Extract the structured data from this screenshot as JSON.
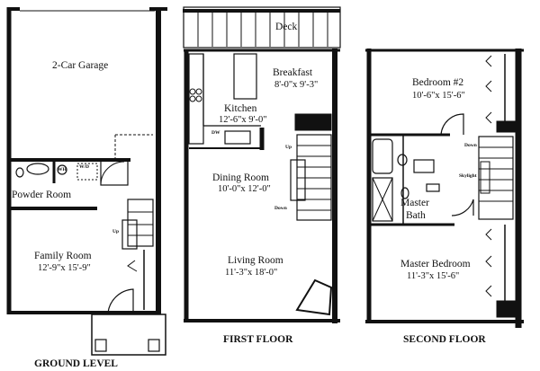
{
  "ground_level": {
    "caption": "GROUND LEVEL",
    "rooms": {
      "garage": {
        "name": "2-Car Garage"
      },
      "powder": {
        "name": "Powder Room"
      },
      "family": {
        "name": "Family Room",
        "size": "12'-9\"x 15'-9\""
      }
    },
    "labels": {
      "wh": "WH",
      "wd": "W/D",
      "up": "Up"
    }
  },
  "first_floor": {
    "caption": "FIRST FLOOR",
    "rooms": {
      "deck": {
        "name": "Deck"
      },
      "breakfast": {
        "name": "Breakfast",
        "size": "8'-0\"x 9'-3\""
      },
      "kitchen": {
        "name": "Kitchen",
        "size": "12'-6\"x 9'-0\""
      },
      "dining": {
        "name": "Dining Room",
        "size": "10'-0\"x 12'-0\""
      },
      "living": {
        "name": "Living Room",
        "size": "11'-3\"x 18'-0\""
      }
    },
    "labels": {
      "dw": "DW",
      "up": "Up",
      "down": "Down"
    }
  },
  "second_floor": {
    "caption": "SECOND FLOOR",
    "rooms": {
      "bedroom2": {
        "name": "Bedroom #2",
        "size": "10'-6\"x 15'-6\""
      },
      "master_bath": {
        "name1": "Master",
        "name2": "Bath"
      },
      "master_bedroom": {
        "name": "Master Bedroom",
        "size": "11'-3\"x 15'-6\""
      }
    },
    "labels": {
      "down": "Down",
      "skylight": "Skylight"
    }
  }
}
